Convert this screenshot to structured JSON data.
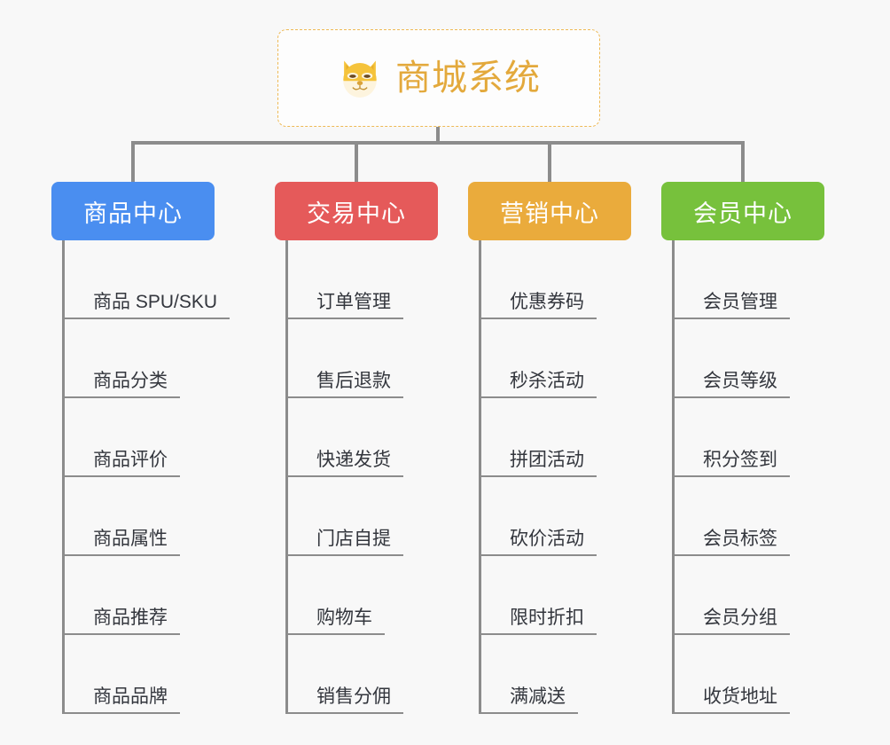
{
  "background_color": "#f8f8f8",
  "root": {
    "icon": "shiba-dog-face-emoji",
    "title": "商城系统",
    "title_color": "#e3a93c",
    "border_color": "#eeb955"
  },
  "line_color": "#8c8c8c",
  "columns": [
    {
      "label": "商品中心",
      "color": "#4a8ef0",
      "items": [
        "商品 SPU/SKU",
        "商品分类",
        "商品评价",
        "商品属性",
        "商品推荐",
        "商品品牌"
      ]
    },
    {
      "label": "交易中心",
      "color": "#e55a5a",
      "items": [
        "订单管理",
        "售后退款",
        "快递发货",
        "门店自提",
        "购物车",
        "销售分佣"
      ]
    },
    {
      "label": "营销中心",
      "color": "#eaab3c",
      "items": [
        "优惠券码",
        "秒杀活动",
        "拼团活动",
        "砍价活动",
        "限时折扣",
        "满减送"
      ]
    },
    {
      "label": "会员中心",
      "color": "#77c13c",
      "items": [
        "会员管理",
        "会员等级",
        "积分签到",
        "会员标签",
        "会员分组",
        "收货地址"
      ]
    }
  ]
}
